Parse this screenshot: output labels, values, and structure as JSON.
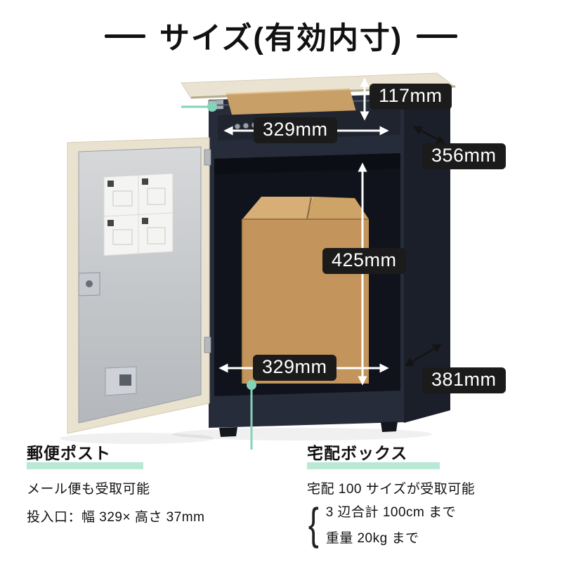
{
  "title": "サイズ(有効内寸)",
  "dimensions": {
    "mail_opening_height": "117mm",
    "top_inner_width": "329mm",
    "top_inner_depth": "356mm",
    "inner_height": "425mm",
    "bottom_inner_width": "329mm",
    "bottom_inner_depth": "381mm"
  },
  "mail_section": {
    "heading": "郵便ポスト",
    "line1": "メール便も受取可能",
    "line2": "投入口：幅 329× 高さ 37mm"
  },
  "parcel_section": {
    "heading": "宅配ボックス",
    "line1": "宅配 100 サイズが受取可能",
    "brace": "{",
    "line2": "3 辺合計 100cm まで",
    "line3": "重量 20kg まで"
  },
  "colors": {
    "accent_green": "#84d3b8",
    "heading_highlight": "#b9e8d4",
    "chip_bg": "#1b1b1b",
    "chip_text": "#ffffff"
  }
}
